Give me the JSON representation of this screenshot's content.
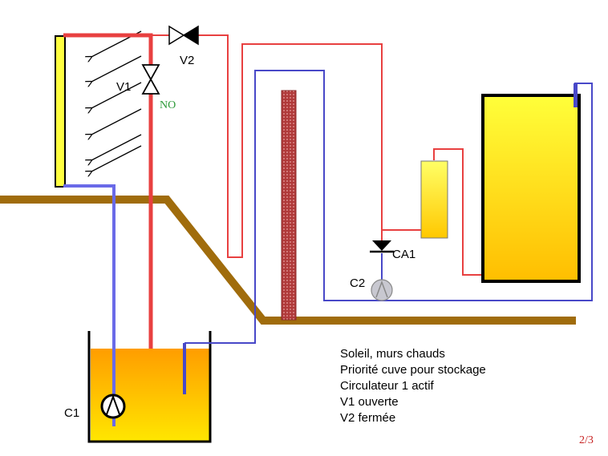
{
  "labels": {
    "v1": "V1",
    "v2": "V2",
    "no": "NO",
    "ca1": "CA1",
    "c1": "C1",
    "c2": "C2"
  },
  "caption": [
    "Soleil, murs chauds",
    "Priorité cuve pour stockage",
    "Circulateur 1 actif",
    "V1 ouverte",
    "V2 fermée"
  ],
  "page_number": "2/3",
  "colors": {
    "hot_pipe": "#e84040",
    "cold_pipe": "#6a6ae8",
    "ground": "#a06c0c",
    "panel": "#ffff40",
    "tank_top": "#ffb000",
    "tank_bottom": "#ffe000",
    "label_no": "#2e9a3a",
    "page_number": "#c62020"
  }
}
